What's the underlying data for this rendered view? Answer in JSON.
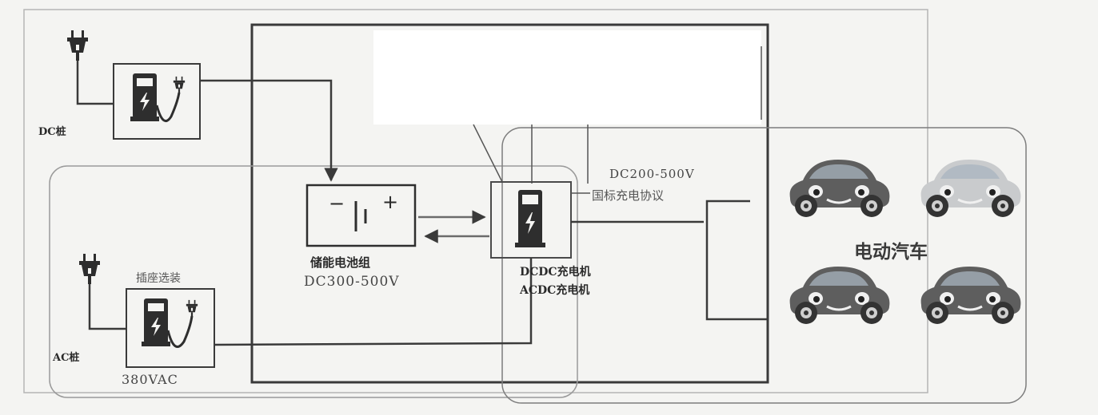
{
  "labels": {
    "dc_pile": "DC桩",
    "ac_pile": "AC桩",
    "socket_optional": "插座选装",
    "ac_voltage": "380VAC",
    "storage_battery": "储能电池组",
    "storage_voltage": "DC300-500V",
    "charger_dcdc": "DCDC充电机",
    "charger_acdc": "ACDC充电机",
    "output_voltage": "DC200-500V",
    "protocol": "国标充电协议",
    "ev_label": "电动汽车"
  },
  "battery_symbol": {
    "minus": "−",
    "plus": "+"
  },
  "colors": {
    "line": "#3a3a3a",
    "car_dark": "#5e5e5e",
    "car_light": "#c9cbcd",
    "paper": "#f4f4f2"
  },
  "icons": [
    "plug-icon",
    "charging-station-icon",
    "battery-icon",
    "charger-unit-icon",
    "electric-car-icon",
    "arrow-icon"
  ]
}
